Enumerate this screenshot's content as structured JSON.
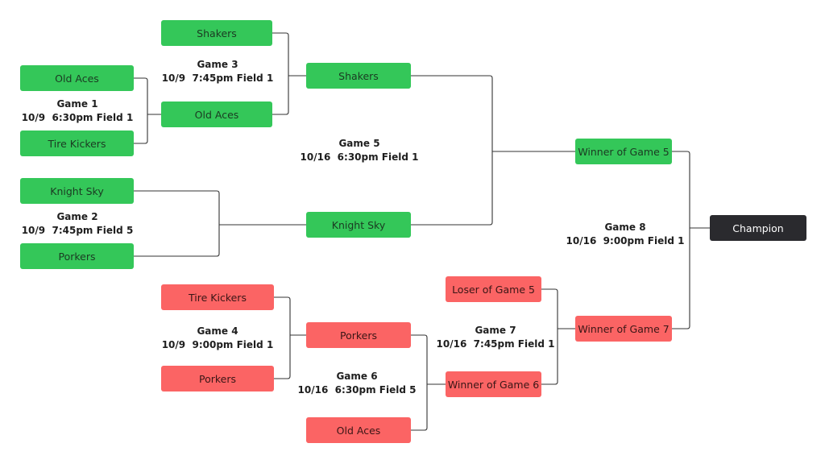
{
  "colors": {
    "winners_bracket": "#34c759",
    "losers_bracket": "#fb6464",
    "champion": "#2a2a2e"
  },
  "nodes": {
    "g1_top": "Old Aces",
    "g1_bottom": "Tire Kickers",
    "g2_top": "Knight Sky",
    "g2_bottom": "Porkers",
    "g3_top": "Shakers",
    "g3_bottom": "Old Aces",
    "g5_top": "Shakers",
    "g5_bottom": "Knight Sky",
    "g8_top": "Winner of Game 5",
    "g4_top": "Tire Kickers",
    "g4_bottom": "Porkers",
    "g6_top": "Porkers",
    "g6_bottom": "Old Aces",
    "g7_top": "Loser of Game 5",
    "g7_bottom": "Winner of Game 6",
    "g8_bottom": "Winner of Game 7",
    "champion": "Champion"
  },
  "games": [
    {
      "title": "Game 1",
      "when": "10/9  6:30pm Field 1"
    },
    {
      "title": "Game 2",
      "when": "10/9  7:45pm Field 5"
    },
    {
      "title": "Game 3",
      "when": "10/9  7:45pm Field 1"
    },
    {
      "title": "Game 4",
      "when": "10/9  9:00pm Field 1"
    },
    {
      "title": "Game 5",
      "when": "10/16  6:30pm Field 1"
    },
    {
      "title": "Game 6",
      "when": "10/16  6:30pm Field 5"
    },
    {
      "title": "Game 7",
      "when": "10/16  7:45pm Field 1"
    },
    {
      "title": "Game 8",
      "when": "10/16  9:00pm Field 1"
    }
  ]
}
